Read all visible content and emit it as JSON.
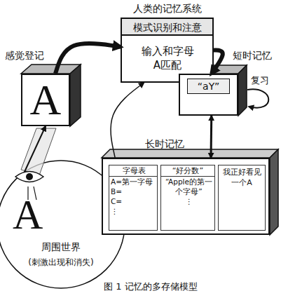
{
  "diagram": {
    "title": "人类的记忆系统",
    "caption": "图 1 记忆的多存储模型",
    "nodes": [
      {
        "text": [
          "模式识别和注意",
          "输入和字母A匹配"
        ]
      },
      {
        "text": [
          "感觉登记",
          "A"
        ]
      },
      {
        "text": [
          "短时记忆",
          "“aY”"
        ]
      },
      {
        "text": [
          "长时记忆"
        ]
      },
      {
        "text": [
          "字母表",
          "A=第一字母",
          "B=",
          "C=",
          "⋮"
        ],
        "in": 3
      },
      {
        "text": [
          "“好分数”",
          "“Apple的第一个字母”",
          "⋮"
        ],
        "in": 3
      },
      {
        "text": [
          "我正好看见一个A"
        ],
        "in": 3
      },
      {
        "text": [
          "A",
          "周围世界",
          "(刺激出现和消失)"
        ]
      }
    ],
    "edges": [
      {
        "from": 7,
        "to": 1,
        "arrow": "to"
      },
      {
        "from": 1,
        "to": 0,
        "arrow": "to"
      },
      {
        "from": 0,
        "to": 2,
        "arrow": "to"
      },
      {
        "from": 3,
        "to": 0,
        "arrow": "to"
      },
      {
        "from": 2,
        "to": 3,
        "arrow": "both"
      }
    ],
    "labels": [
      "复习"
    ]
  }
}
